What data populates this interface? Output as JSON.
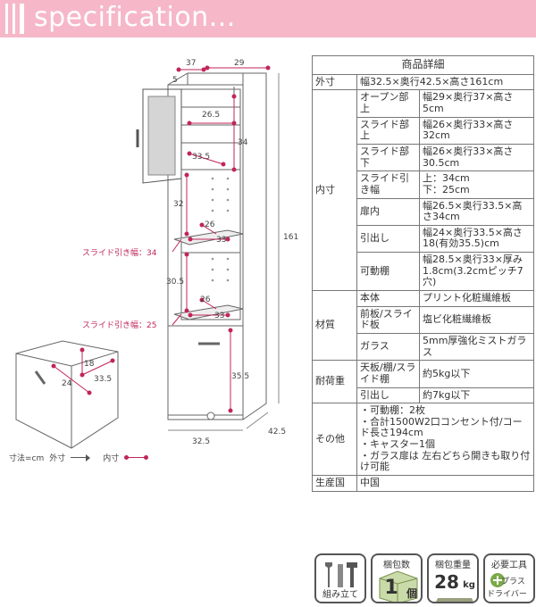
{
  "header": {
    "title": "specification..."
  },
  "diagram": {
    "dims": {
      "w37": "37",
      "w29": "29",
      "d5": "5",
      "w26_5": "26.5",
      "h34": "34",
      "d33_5a": "33.5",
      "h32": "32",
      "d26a": "26",
      "w33a": "33",
      "h161": "161",
      "h30_5": "30.5",
      "d26b": "26",
      "w33b": "33",
      "h35_5": "35.5",
      "w32_5": "32.5",
      "d42_5": "42.5",
      "h18": "18",
      "w24": "24",
      "d33_5b": "33.5"
    },
    "slide_upper": "スライド引き幅：34",
    "slide_lower": "スライド引き幅：25"
  },
  "legend": {
    "unit": "寸法=cm",
    "outer": "外寸",
    "inner": "内寸"
  },
  "table": {
    "title": "商品詳細",
    "outer_label": "外寸",
    "outer_value": "幅32.5×奥行42.5×高さ161cm",
    "inner_label": "内寸",
    "inner_rows": [
      {
        "label": "オープン部上",
        "value": "幅29×奥行37×高さ5cm"
      },
      {
        "label": "スライド部上",
        "value": "幅26×奥行33×高さ32cm"
      },
      {
        "label": "スライド部下",
        "value": "幅26×奥行33×高さ30.5cm"
      },
      {
        "label": "スライド引き幅",
        "value": "上：34cm",
        "value2": "下：25cm"
      },
      {
        "label": "扉内",
        "value": "幅26.5×奥行33.5×高さ34cm"
      },
      {
        "label": "引出し",
        "value": "幅24×奥行33.5×高さ18(有効35.5)cm"
      },
      {
        "label": "可動棚",
        "value": "幅28.5×奥行33×厚み1.8cm(3.2cmピッチ7穴)"
      }
    ],
    "material_label": "材質",
    "material_rows": [
      {
        "label": "本体",
        "value": "プリント化粧繊維板"
      },
      {
        "label": "前板/スライド板",
        "value": "塩ビ化粧繊維板"
      },
      {
        "label": "ガラス",
        "value": "5mm厚強化ミストガラス"
      }
    ],
    "load_label": "耐荷重",
    "load_rows": [
      {
        "label": "天板/棚/スライド棚",
        "value": "約5kg以下"
      },
      {
        "label": "引出し",
        "value": "約7kg以下"
      }
    ],
    "other_label": "その他",
    "other_items": [
      "・可動棚：2枚",
      "・合計1500W2口コンセント付/コード長さ194cm",
      "・キャスター1個",
      "・ガラス扉は 左右どちら開きも取り付け可能"
    ],
    "origin_label": "生産国",
    "origin_value": "中国"
  },
  "icons": {
    "assembly": "組み立て",
    "pkg_count_label": "梱包数",
    "pkg_count_value": "1",
    "pkg_count_unit": "個",
    "pkg_weight_label": "梱包重量",
    "pkg_weight_value": "28",
    "pkg_weight_unit": "kg",
    "tool_label": "必要工具",
    "tool_value1": "プラス",
    "tool_value2": "ドライバー"
  }
}
